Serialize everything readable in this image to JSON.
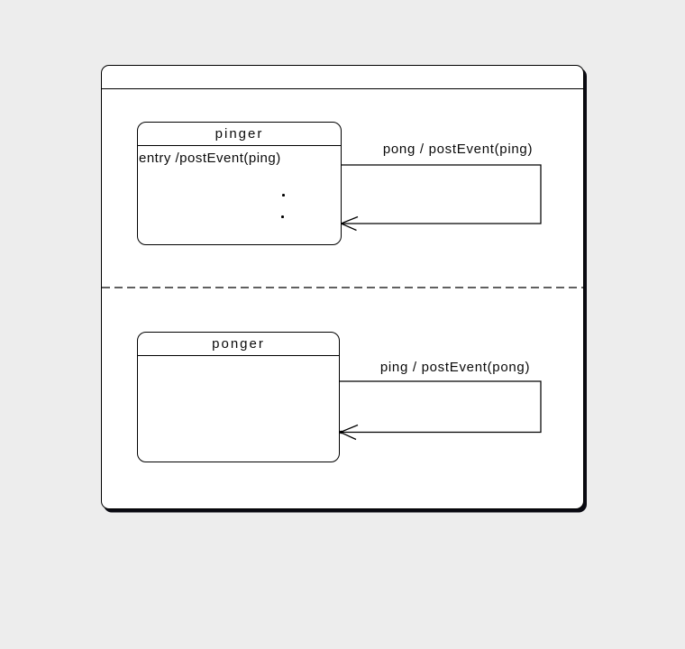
{
  "diagram": {
    "type": "uml-statechart",
    "machine_frame": {
      "title": ""
    },
    "regions": [
      {
        "state": {
          "name": "pinger",
          "entry_action": "entry /postEvent(ping)",
          "ellipsis": [
            ".",
            "."
          ]
        },
        "self_transition": {
          "label": "pong / postEvent(ping)"
        }
      },
      {
        "state": {
          "name": "ponger",
          "entry_action": "",
          "ellipsis": []
        },
        "self_transition": {
          "label": "ping / postEvent(pong)"
        }
      }
    ],
    "colors": {
      "background": "#ededed",
      "state_fill": "#ffffff",
      "line": "#000000",
      "frame_shadow": "#0a0a12"
    }
  }
}
